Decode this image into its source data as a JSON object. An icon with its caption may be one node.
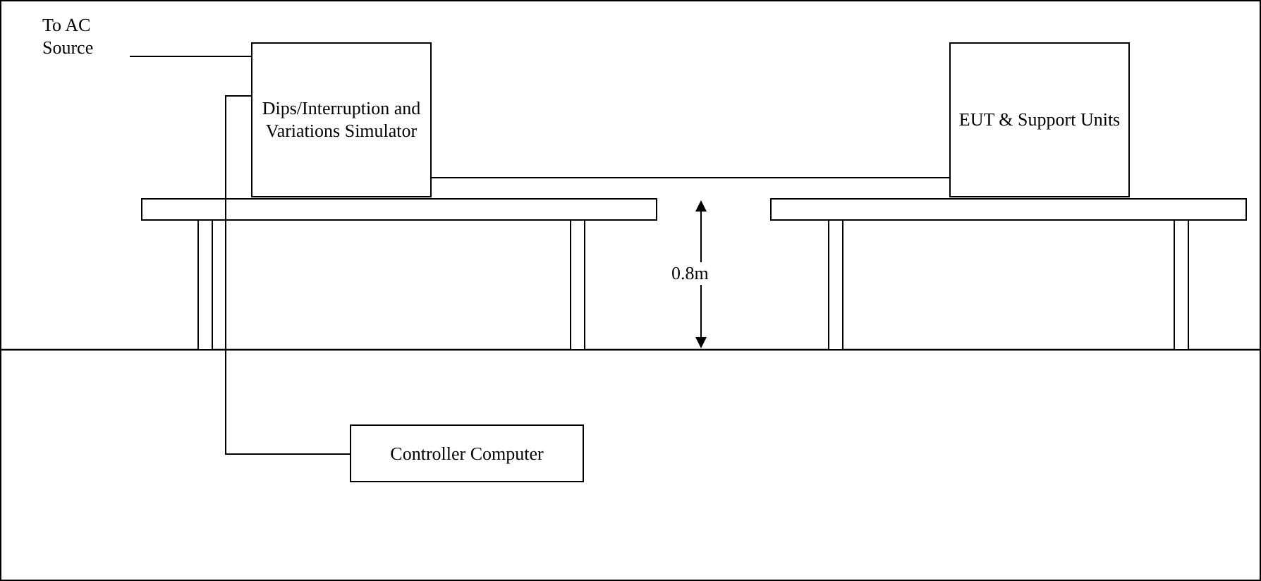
{
  "diagram": {
    "nodes": [
      {
        "text": [
          "To AC Source"
        ]
      },
      {
        "text": [
          "Dips/Interruption and Variations Simulator"
        ]
      },
      {
        "text": [
          "EUT & Support Units"
        ]
      },
      {
        "text": [
          "Controller Computer"
        ]
      }
    ],
    "edges": [
      {
        "from": 0,
        "to": 1,
        "arrow": "none"
      },
      {
        "from": 1,
        "to": 2,
        "arrow": "none"
      },
      {
        "from": 1,
        "to": 3,
        "arrow": "none"
      }
    ],
    "labels": [
      "0.8m"
    ]
  }
}
